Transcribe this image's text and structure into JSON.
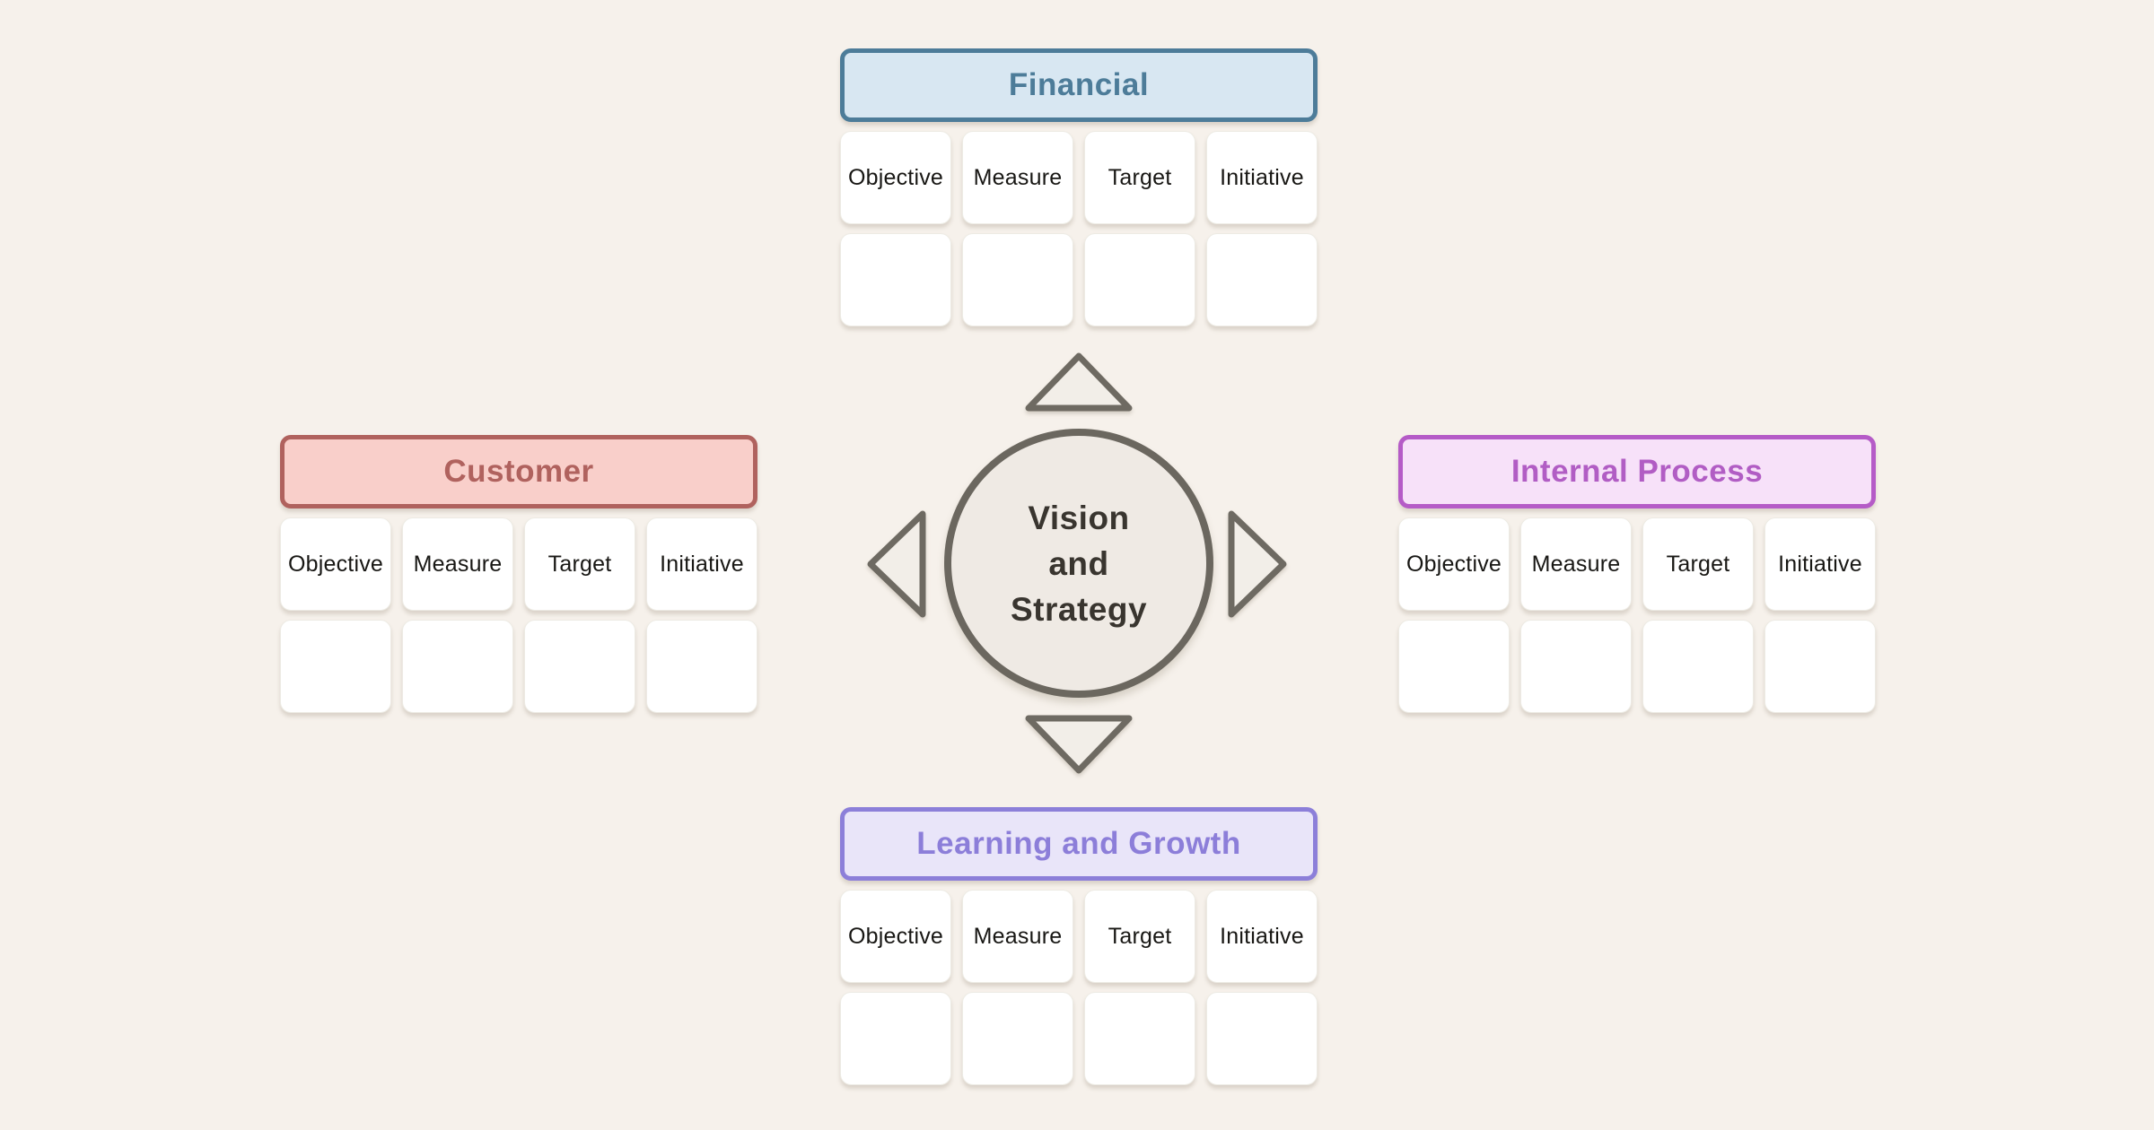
{
  "background_color": "#f6f1eb",
  "diagram_type": "balanced-scorecard",
  "center": {
    "label_lines": [
      "Vision",
      "and",
      "Strategy"
    ],
    "text_color": "#39352f",
    "circle_fill": "#efeae4",
    "circle_border_color": "#6b675f",
    "arrow_fill": "#f2eee8",
    "arrow_stroke": "#6e6a62",
    "arrow_directions": [
      "up",
      "left",
      "right",
      "down"
    ]
  },
  "cell_style": {
    "fill": "#ffffff",
    "text_color": "#181714"
  },
  "sections": [
    {
      "id": "financial",
      "title": "Financial",
      "position": "top",
      "columns": [
        "Objective",
        "Measure",
        "Target",
        "Initiative"
      ],
      "empty_row_cells": 4,
      "colors": {
        "fill": "#d8e7f2",
        "border": "#4d7c99",
        "text": "#4d7c99"
      }
    },
    {
      "id": "customer",
      "title": "Customer",
      "position": "left",
      "columns": [
        "Objective",
        "Measure",
        "Target",
        "Initiative"
      ],
      "empty_row_cells": 4,
      "colors": {
        "fill": "#f9cfca",
        "border": "#b0625e",
        "text": "#b0625e"
      }
    },
    {
      "id": "internal-process",
      "title": "Internal Process",
      "position": "right",
      "columns": [
        "Objective",
        "Measure",
        "Target",
        "Initiative"
      ],
      "empty_row_cells": 4,
      "colors": {
        "fill": "#f7e1f9",
        "border": "#b55bc7",
        "text": "#b15dc4"
      }
    },
    {
      "id": "learning-growth",
      "title": "Learning and Growth",
      "position": "bottom",
      "columns": [
        "Objective",
        "Measure",
        "Target",
        "Initiative"
      ],
      "empty_row_cells": 4,
      "colors": {
        "fill": "#e9e5f9",
        "border": "#8c7fd9",
        "text": "#8c7ed9"
      }
    }
  ]
}
